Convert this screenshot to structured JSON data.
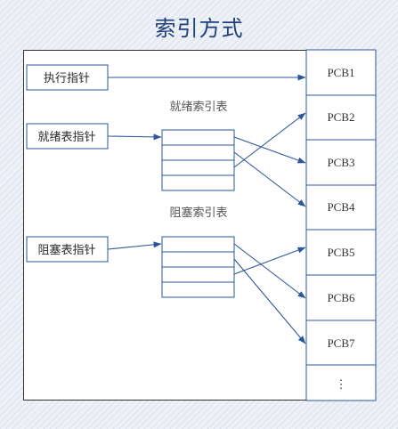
{
  "title": "索引方式",
  "pointers": {
    "exec": "执行指针",
    "ready": "就绪表指针",
    "blocked": "阻塞表指针"
  },
  "tables": {
    "ready": "就绪索引表",
    "blocked": "阻塞索引表"
  },
  "pcbs": [
    "PCB1",
    "PCB2",
    "PCB3",
    "PCB4",
    "PCB5",
    "PCB6",
    "PCB7",
    "⋮"
  ],
  "colors": {
    "accent": "#2b579a",
    "title": "#1f3f78"
  }
}
